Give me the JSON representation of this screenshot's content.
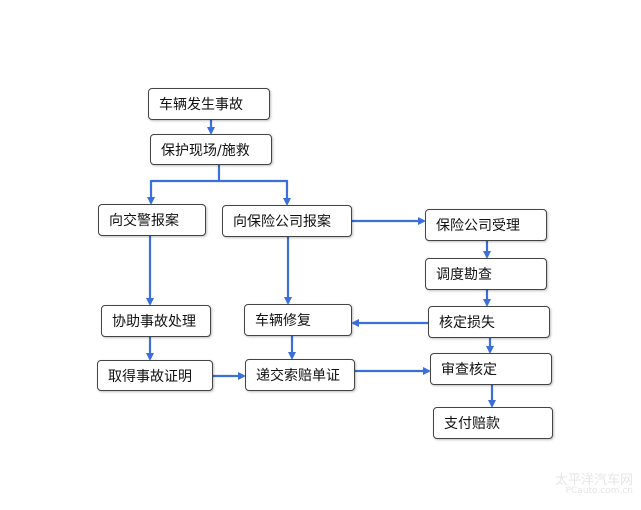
{
  "nodes": {
    "accident": "车辆发生事故",
    "protect": "保护现场/施救",
    "police": "向交警报案",
    "insurer_report": "向保险公司报案",
    "insurer_accept": "保险公司受理",
    "survey": "调度勘查",
    "assist": "协助事故处理",
    "repair": "车辆修复",
    "assess": "核定损失",
    "certificate": "取得事故证明",
    "submit": "递交索赔单证",
    "review": "审查核定",
    "pay": "支付赔款"
  },
  "watermark": {
    "line1": "太平洋汽车网",
    "line2": "PCauto.com.cn"
  },
  "colors": {
    "arrow": "#3b6fd9",
    "border": "#444444"
  }
}
